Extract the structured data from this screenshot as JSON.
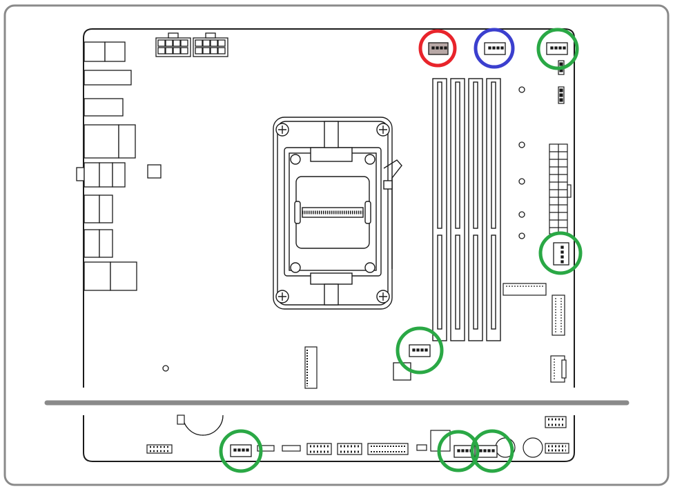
{
  "diagram": {
    "subject": "motherboard-fan-header-layout",
    "colors": {
      "frame": "#8a8a8a",
      "board_outline": "#1a1a1a",
      "part_fill": "#ffffff",
      "header_pin": "#1a1a1a",
      "cpu_fan_header_fill": "#b8a8a6",
      "separator": "#8a8a8a",
      "highlight_red": "#e8242b",
      "highlight_blue": "#3b3fce",
      "highlight_green": "#2aa845"
    },
    "highlights": [
      {
        "id": "cpu-fan",
        "color": "red"
      },
      {
        "id": "cpu-opt",
        "color": "blue"
      },
      {
        "id": "top-right-fan",
        "color": "green"
      },
      {
        "id": "right-edge-fan",
        "color": "green"
      },
      {
        "id": "center-fan",
        "color": "green"
      },
      {
        "id": "bottom-left-fan",
        "color": "green"
      },
      {
        "id": "bottom-right-fan-1",
        "color": "green"
      },
      {
        "id": "bottom-right-fan-2",
        "color": "green"
      }
    ]
  }
}
